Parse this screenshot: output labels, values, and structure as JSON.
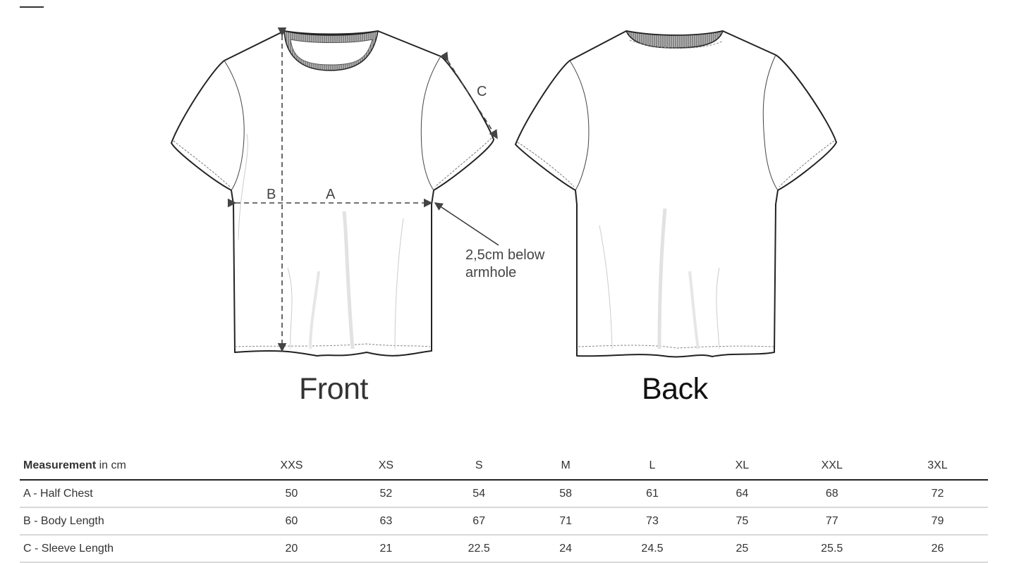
{
  "diagram": {
    "views": [
      {
        "id": "front",
        "label": "Front"
      },
      {
        "id": "back",
        "label": "Back"
      }
    ],
    "dimension_labels": {
      "a": "A",
      "b": "B",
      "c": "C"
    },
    "note": {
      "line1": "2,5cm below",
      "line2": "armhole"
    }
  },
  "table": {
    "header": {
      "label_bold": "Measurement",
      "label_unit": " in cm"
    },
    "sizes": [
      "XXS",
      "XS",
      "S",
      "M",
      "L",
      "XL",
      "XXL",
      "3XL"
    ],
    "rows": [
      {
        "label": "A - Half Chest",
        "values": [
          "50",
          "52",
          "54",
          "58",
          "61",
          "64",
          "68",
          "72"
        ]
      },
      {
        "label": "B - Body Length",
        "values": [
          "60",
          "63",
          "67",
          "71",
          "73",
          "75",
          "77",
          "79"
        ]
      },
      {
        "label": "C - Sleeve Length",
        "values": [
          "20",
          "21",
          "22.5",
          "24",
          "24.5",
          "25",
          "25.5",
          "26"
        ]
      }
    ]
  },
  "colors": {
    "outline": "#222222",
    "dimension": "#444444",
    "rib": "#777777",
    "row_divider": "#d8d8d8"
  }
}
